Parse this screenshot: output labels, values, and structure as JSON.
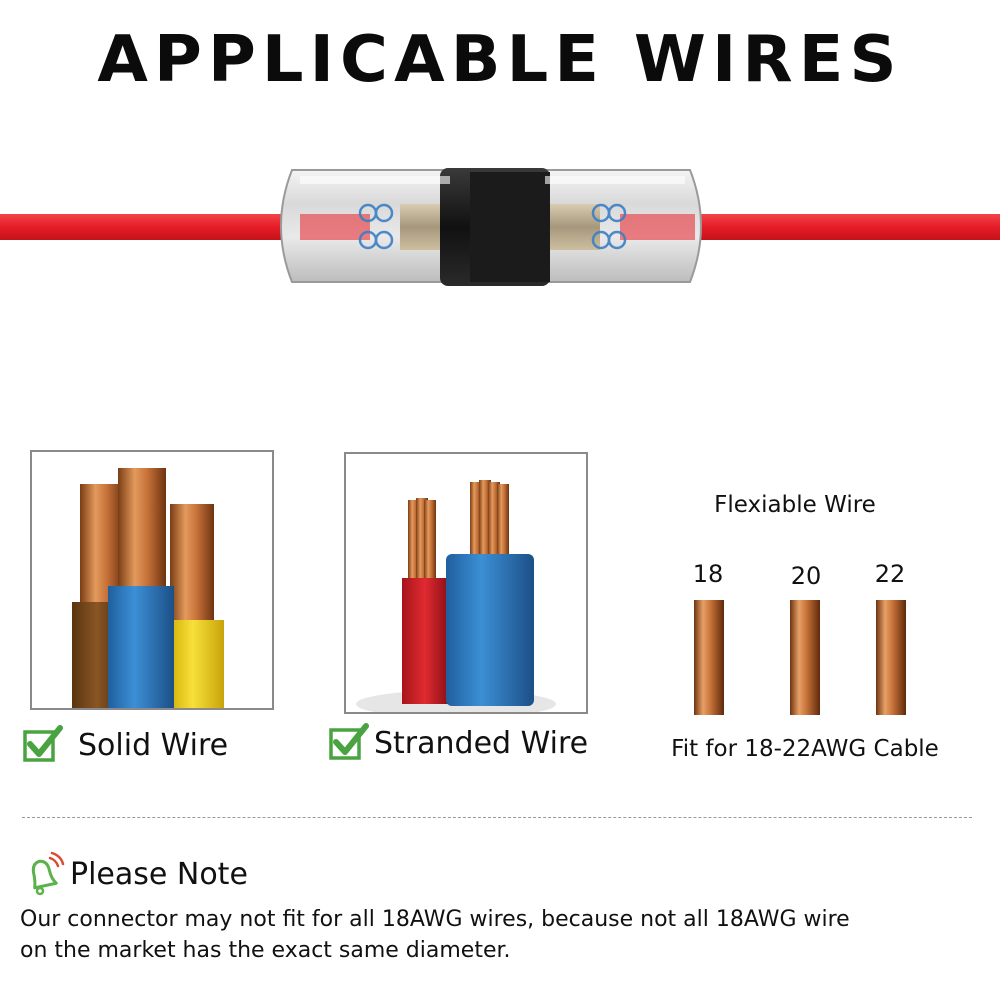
{
  "title": "APPLICABLE WIRES",
  "colors": {
    "wire_red": "#e8202a",
    "check_green": "#4aa341",
    "copper": "#c8733a",
    "blue_insulation": "#2f7fc6",
    "yellow_insulation": "#f2d51c",
    "brown_insulation": "#7a4a1c"
  },
  "wire_types": [
    {
      "label": "Solid Wire",
      "icon": "checkmark-icon"
    },
    {
      "label": "Stranded Wire",
      "icon": "checkmark-icon"
    }
  ],
  "flexible": {
    "title": "Flexiable Wire",
    "gauges": [
      "18",
      "20",
      "22"
    ],
    "fit_text": "Fit for 18-22AWG Cable"
  },
  "note": {
    "icon": "bell-icon",
    "title": "Please Note",
    "line1": "Our connector may not fit for all 18AWG wires, because not all 18AWG wire",
    "line2": "on the market has the exact same diameter."
  }
}
